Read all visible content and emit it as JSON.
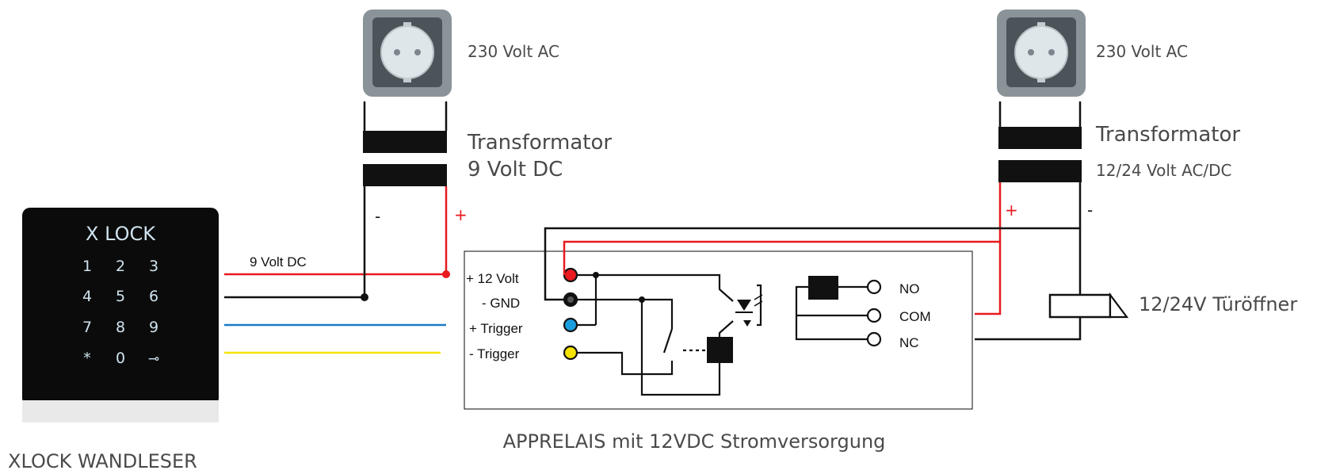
{
  "sockets": {
    "left_label": "230 Volt AC",
    "right_label": "230 Volt AC"
  },
  "transformer_left": {
    "line1": "Transformator",
    "line2": "9 Volt DC",
    "minus": "-",
    "plus": "+"
  },
  "transformer_right": {
    "line1": "Transformator",
    "line2": "12/24 Volt AC/DC",
    "plus": "+",
    "minus": "-"
  },
  "reader": {
    "brand": "X LOCK",
    "keys": [
      "1",
      "2",
      "3",
      "4",
      "5",
      "6",
      "7",
      "8",
      "9",
      "*",
      "0",
      "⊸"
    ],
    "caption": "XLOCK WANDLESER"
  },
  "cable_label": "9 Volt DC",
  "relay": {
    "terminals": [
      "+ 12 Volt",
      "- GND",
      "+ Trigger",
      "-  Trigger"
    ],
    "outputs": [
      "NO",
      "COM",
      "NC"
    ],
    "caption": "APPRELAIS mit 12VDC Stromversorgung"
  },
  "door_opener": {
    "label": "12/24V Türöffner"
  },
  "colors": {
    "red": "#e8191f",
    "black": "#111111",
    "blue": "#1a7ac8",
    "yellow": "#f5e400",
    "socket_frame": "#8a9398",
    "socket_face": "#dfe6ea",
    "reader_body": "#0b0b0b"
  }
}
